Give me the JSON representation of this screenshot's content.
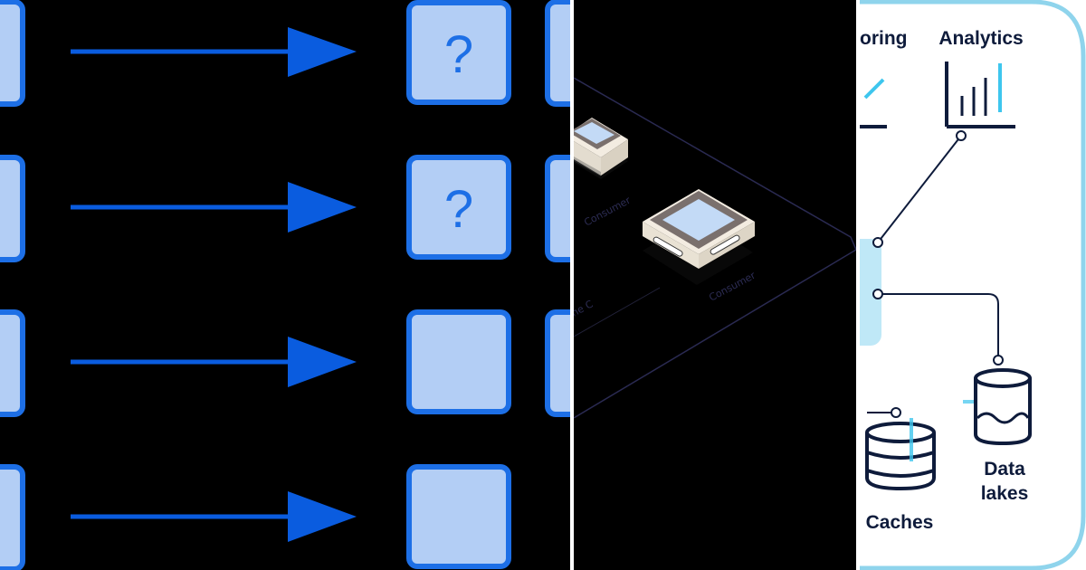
{
  "left_panel": {
    "rows": [
      {
        "mark": "?"
      },
      {
        "mark": "?"
      },
      {
        "mark": ""
      },
      {
        "mark": ""
      }
    ]
  },
  "middle_panel": {
    "consumer_label_1": "Consumer",
    "consumer_label_2": "Consumer",
    "line_label": "ne C"
  },
  "right_panel": {
    "monitoring_label": "oring",
    "analytics_label": "Analytics",
    "caches_label": "Caches",
    "data_lakes_line1": "Data",
    "data_lakes_line2": "lakes"
  },
  "colors": {
    "background": "#000000",
    "arrow_blue": "#0a5cdf",
    "box_fill": "#b3cef5",
    "box_border": "#1d6fe6",
    "question_mark": "#1d6fe6",
    "consumer_body": "#f3ece1",
    "consumer_frame": "#7a706d",
    "consumer_screen": "#c3daf6",
    "right_panel_bg": "#ffffff",
    "right_panel_border": "#8fd4ec",
    "navy": "#0e1b3b",
    "hub_blue": "#bfe8f7",
    "accent_cyan": "#3ec6ee"
  }
}
